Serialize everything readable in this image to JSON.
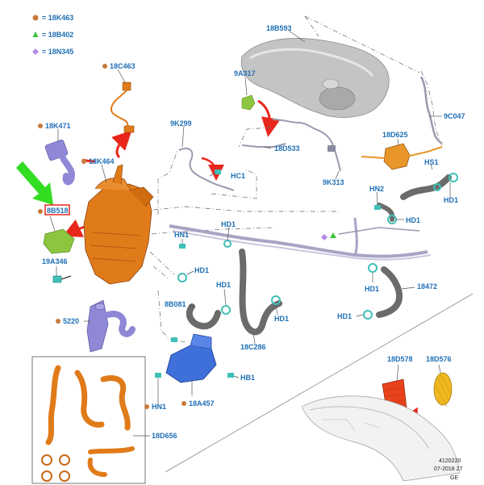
{
  "legend": [
    {
      "code": "18K463",
      "symbol": "circle",
      "color": "#c8793a"
    },
    {
      "code": "18B402",
      "symbol": "triangle",
      "color": "#3fc23f"
    },
    {
      "code": "18N345",
      "symbol": "diamond",
      "color": "#b58be8"
    }
  ],
  "labels": {
    "l_18b593": "18B593",
    "l_18c463": "18C463",
    "l_9a317": "9A317",
    "l_18k471": "18K471",
    "l_9k299": "9K299",
    "l_18d533": "18D533",
    "l_9c047": "9C047",
    "l_18d625": "18D625",
    "l_18k464": "18K464",
    "l_hc1": "HC1",
    "l_9k313": "9K313",
    "l_hs1": "HS1",
    "l_hn2": "HN2",
    "l_hd1_a": "HD1",
    "l_hd1_b": "HD1",
    "l_8b518": "8B518",
    "l_hd1_c": "HD1",
    "l_hn1_a": "HN1",
    "l_19a346": "19A346",
    "l_hd1_d": "HD1",
    "l_hd1_e": "HD1",
    "l_8b081": "8B081",
    "l_hd1_f": "HD1",
    "l_hd1_g": "HD1",
    "l_18472": "18472",
    "l_hd1_h": "HD1",
    "l_5220": "5220",
    "l_18c286": "18C286",
    "l_hb1": "HB1",
    "l_hn1_b": "HN1",
    "l_18a457": "18A457",
    "l_18d578": "18D578",
    "l_18d576": "18D576",
    "l_18d656": "18D656"
  },
  "reference": {
    "number": "4120220",
    "date": "07-2018 27",
    "region": "GE"
  },
  "colors": {
    "label": "#1f6fb5",
    "callout_arrow": "#e8261c",
    "highlight_arrow": "#33dd22",
    "engine_orange": "#e07b1a",
    "heater_purple": "#8f88d6",
    "bracket_blue": "#3f6fd8",
    "tank_gray": "#b8b8b8",
    "hose_gray": "#6b6b6b",
    "clamp_teal": "#3fc0b8",
    "green_part": "#8cc63f"
  }
}
